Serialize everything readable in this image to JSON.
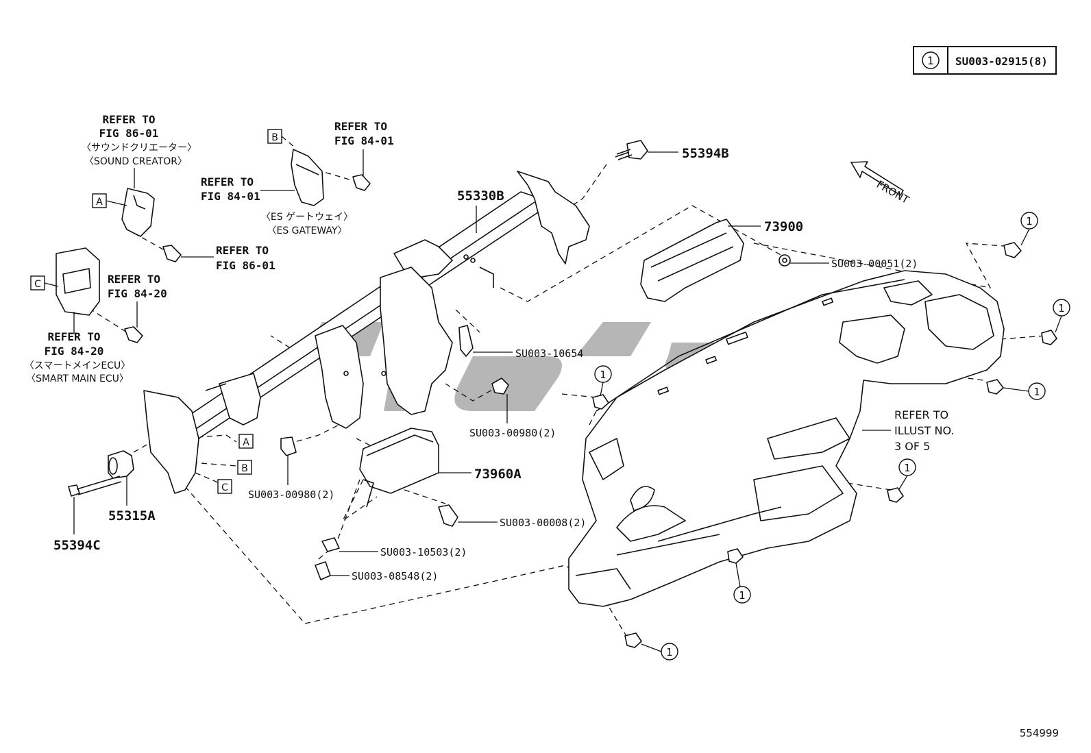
{
  "legend": {
    "marker": "1",
    "code": "SU003-02915(8)"
  },
  "direction_label": "FRONT",
  "drawing_number": "554999",
  "callout_letters": {
    "a": "A",
    "b": "B",
    "c": "C"
  },
  "sound_creator": {
    "line1": "REFER TO",
    "line2": "FIG 86-01",
    "jp": "〈サウンドクリエーター〉",
    "en": "〈SOUND CREATOR〉"
  },
  "sound_creator_bolt": {
    "line1": "REFER TO",
    "line2": "FIG 86-01"
  },
  "es_gateway_bolt": {
    "line1": "REFER TO",
    "line2": "FIG 84-01"
  },
  "es_gateway": {
    "line1": "REFER TO",
    "line2": "FIG 84-01",
    "jp": "〈ES ゲートウェイ〉",
    "en": "〈ES GATEWAY〉"
  },
  "smart_ecu_bolt": {
    "line1": "REFER TO",
    "line2": "FIG 84-20"
  },
  "smart_ecu": {
    "line1": "REFER TO",
    "line2": "FIG 84-20",
    "jp": "〈スマートメインECU〉",
    "en": "〈SMART MAIN ECU〉"
  },
  "parts": {
    "p55394b": "55394B",
    "p55330b": "55330B",
    "p73900": "73900",
    "p73960a": "73960A",
    "p55315a": "55315A",
    "p55394c": "55394C",
    "su00051": "SU003-00051(2)",
    "su10654": "SU003-10654",
    "su00980a": "SU003-00980(2)",
    "su00980b": "SU003-00980(2)",
    "su00008": "SU003-00008(2)",
    "su10503": "SU003-10503(2)",
    "su08548": "SU003-08548(2)"
  },
  "illust_ref": {
    "line1": "REFER TO",
    "line2": "ILLUST NO.",
    "line3": "3 OF 5"
  }
}
